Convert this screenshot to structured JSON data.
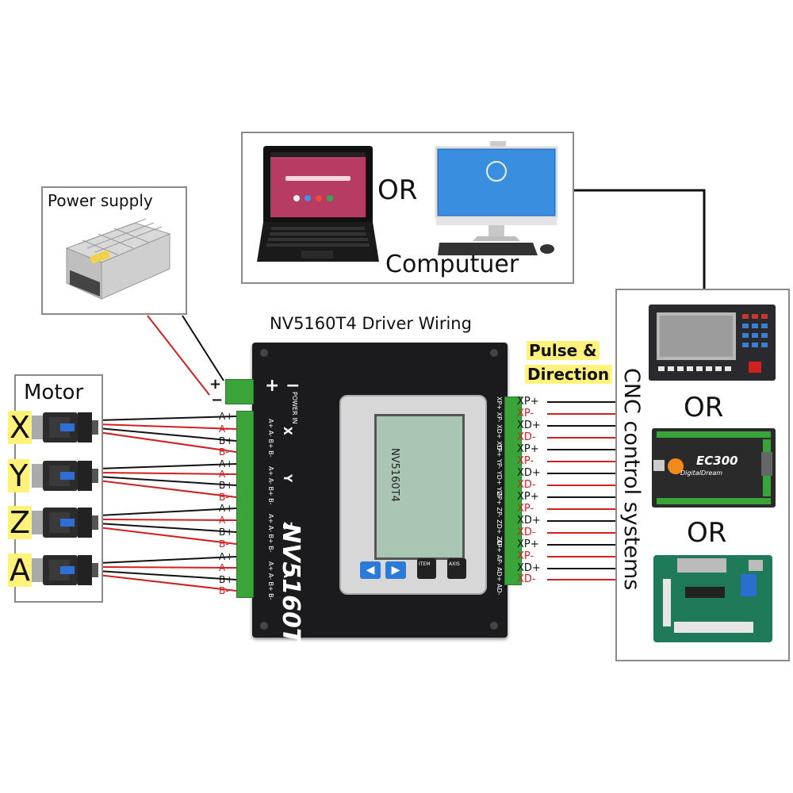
{
  "title": "NV5160T4 Driver Wiring",
  "computer": {
    "or": "OR",
    "label": "Computuer"
  },
  "power": {
    "label": "Power supply",
    "plus": "+",
    "minus": "−"
  },
  "motor": {
    "label": "Motor",
    "axes": [
      "X",
      "Y",
      "Z",
      "A"
    ]
  },
  "motor_pins": [
    "A+",
    "A-",
    "B+",
    "B-"
  ],
  "pulse": {
    "line1": "Pulse &",
    "line2": "Direction"
  },
  "signal_pins": [
    "XP+",
    "XP-",
    "XD+",
    "XD-",
    "XP+",
    "XP-",
    "XD+",
    "XD-",
    "XP+",
    "XP-",
    "XD+",
    "XD-",
    "XP+",
    "XP-",
    "XD+",
    "XD-"
  ],
  "cnc": {
    "label": "CNC control systems",
    "or1": "OR",
    "or2": "OR",
    "ec300": "EC300",
    "ec300_brand": "DigitalDream"
  },
  "driver": {
    "model": "NV5160T4",
    "screen_text": "NV5160T4",
    "power_in": "POWER IN",
    "plus_minus": "+  −",
    "axis_letters": [
      "X",
      "Y",
      "Z",
      "A"
    ],
    "axis_pins": "A+ A- B+ B-",
    "right_pins": [
      "XP+ XP- XD+ XD-",
      "YP+ YP- YD+ YD-",
      "ZP+ ZP- ZD+ ZD-",
      "AP+ AP- AD+ AD-"
    ],
    "btn_item": "ITEM",
    "btn_axis": "AXIS"
  },
  "colors": {
    "red_wire": "#d02020",
    "black_wire": "#111111",
    "highlight": "#fff27a",
    "driver_body": "#1b1b1d",
    "terminal_green": "#3aa33a",
    "box_border": "#8a8a8a",
    "pin_red": "#d02020"
  },
  "icons": [
    "laptop-icon",
    "monitor-icon",
    "keyboard-icon",
    "mouse-icon",
    "power-supply-icon",
    "stepper-motor-icon",
    "cnc-controller-icon",
    "ec300-board-icon",
    "breakout-board-icon"
  ]
}
